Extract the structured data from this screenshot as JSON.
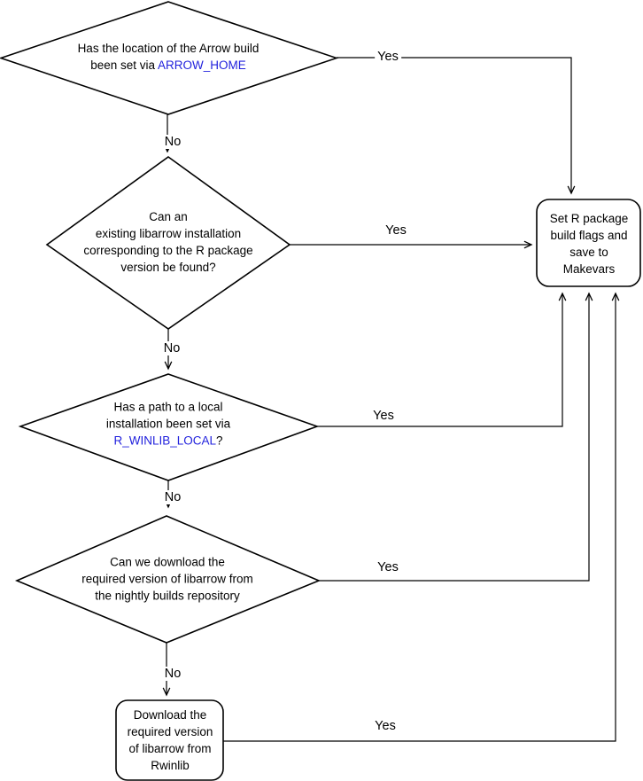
{
  "nodes": {
    "arrow_home_decision": {
      "line1": "Has the location of the Arrow build",
      "line2_prefix": "been set via ",
      "line2_link": "ARROW_HOME"
    },
    "existing_libarrow_decision": {
      "line1": "Can an",
      "line2": "existing libarrow installation",
      "line3": "corresponding to the R package",
      "line4": "version be found?"
    },
    "rwinlib_local_decision": {
      "line1": "Has a path to a local",
      "line2": "installation been set via",
      "line3_link": "R_WINLIB_LOCAL",
      "line3_suffix": "?"
    },
    "nightly_download_decision": {
      "line1": "Can we download the",
      "line2": "required version of libarrow from",
      "line3": "the nightly builds repository"
    },
    "download_rwinlib_process": {
      "line1": "Download the",
      "line2": "required version",
      "line3": "of libarrow from",
      "line4": "Rwinlib"
    },
    "set_flags_process": {
      "line1": "Set R package",
      "line2": "build flags and",
      "line3": "save to",
      "line4": "Makevars"
    }
  },
  "edge_labels": {
    "arrow_home_yes": "Yes",
    "arrow_home_no": "No",
    "existing_libarrow_yes": "Yes",
    "existing_libarrow_no": "No",
    "rwinlib_local_yes": "Yes",
    "rwinlib_local_no": "No",
    "nightly_yes": "Yes",
    "nightly_no": "No",
    "download_yes": "Yes"
  },
  "colors": {
    "shape_stroke": "#000000",
    "shape_fill": "#ffffff",
    "text": "#000000",
    "link_text": "#2222dd",
    "background": "#ffffff"
  }
}
